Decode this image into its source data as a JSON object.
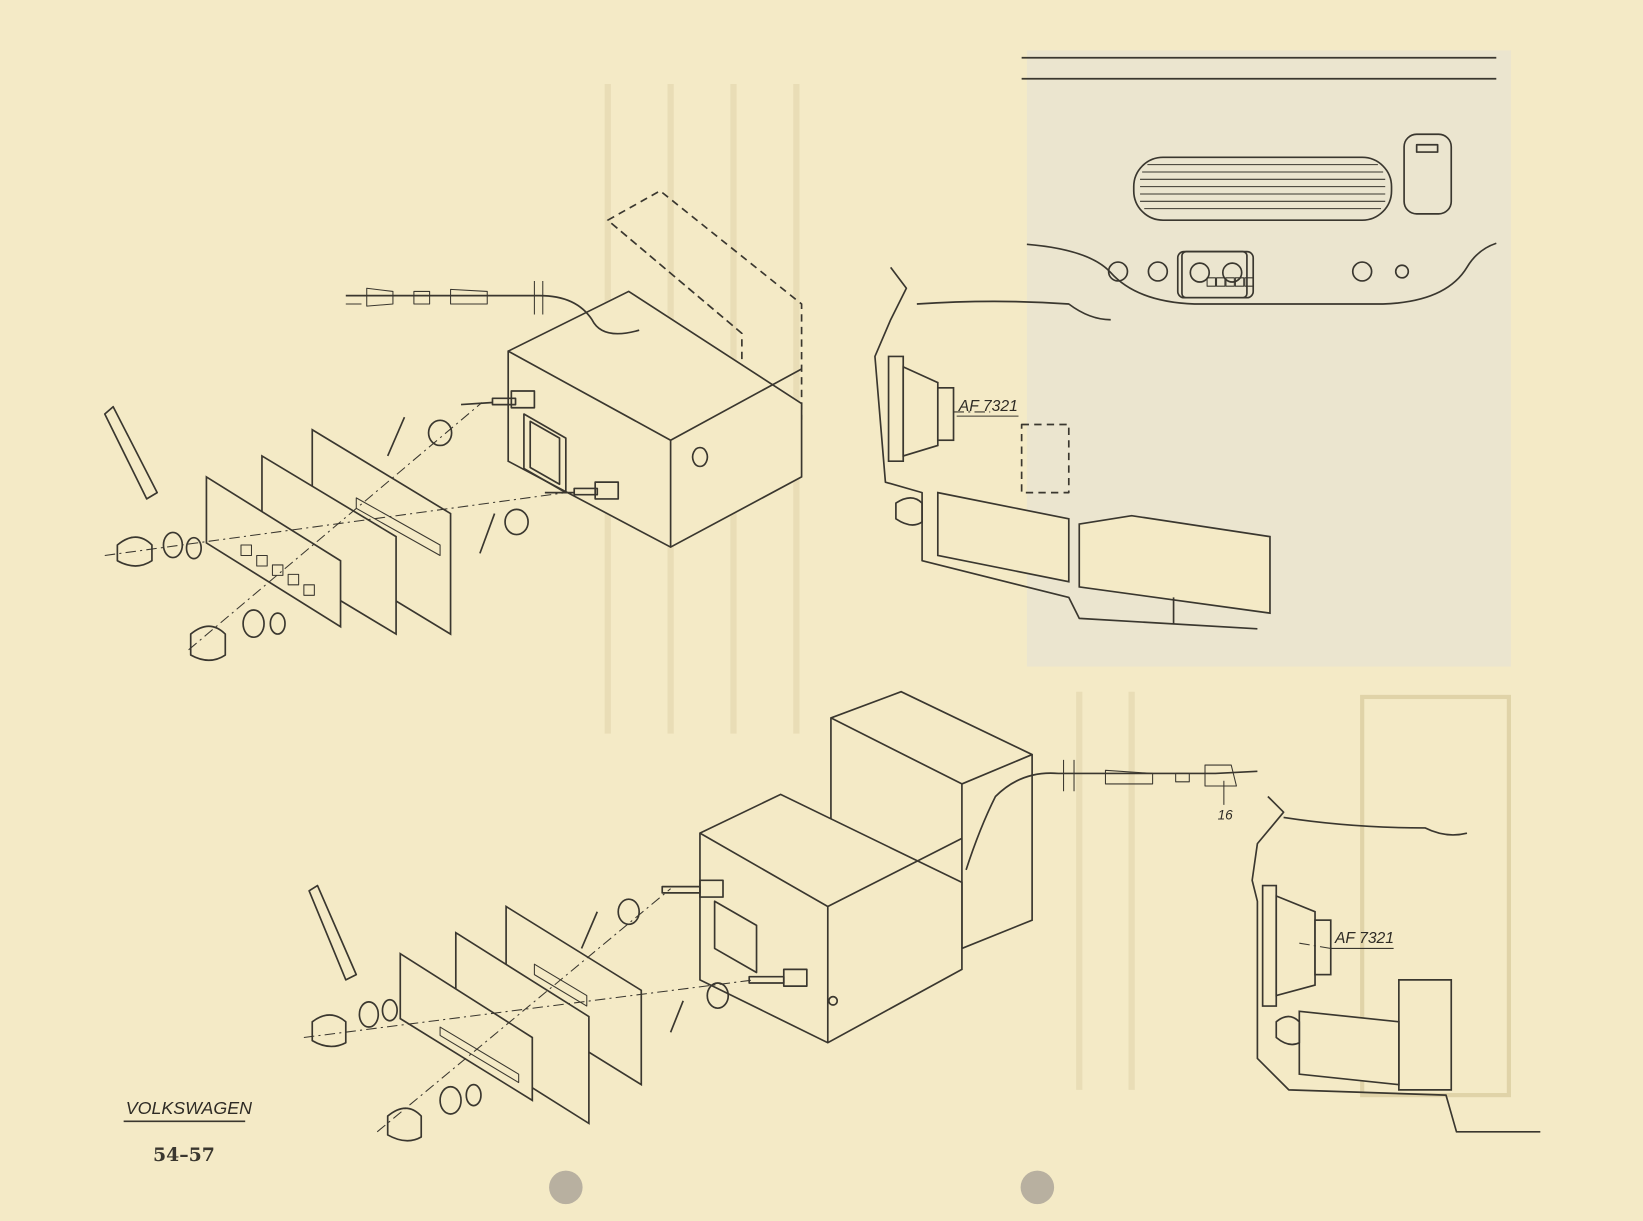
{
  "document": {
    "make": "VOLKSWAGEN",
    "years": "54–57",
    "callouts": {
      "speaker_top": "AF 7321",
      "speaker_bottom": "AF 7321",
      "antenna_plug": "16"
    }
  },
  "colors": {
    "paper": "#f4eac6",
    "ink": "#3a372f",
    "inset": "#ebe5cf"
  }
}
